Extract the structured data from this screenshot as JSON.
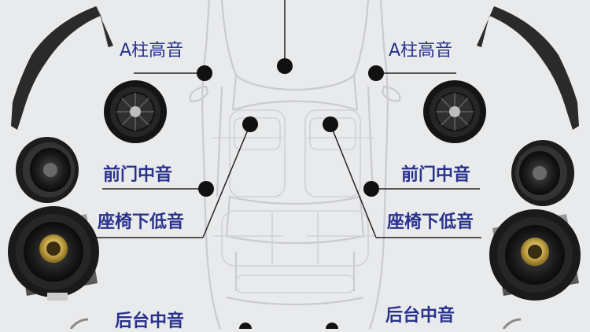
{
  "labels": {
    "a_pillar_left": "A柱高音",
    "a_pillar_right": "A柱高音",
    "front_door_left": "前门中音",
    "front_door_right": "前门中音",
    "under_seat_left": "座椅下低音",
    "under_seat_right": "座椅下低音",
    "rear_deck_left": "后台中音",
    "rear_deck_right": "后台中音"
  },
  "colors": {
    "background": "#e9eaec",
    "label_text": "#28328c",
    "marker_dot": "#111111",
    "car_outline": "#c9cbd0"
  }
}
